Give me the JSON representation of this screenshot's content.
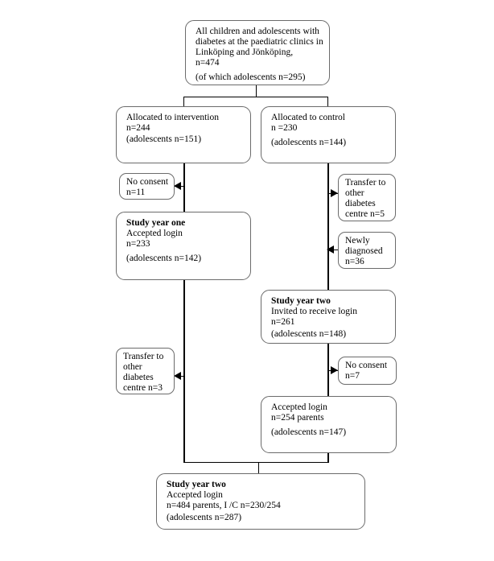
{
  "diagram": {
    "type": "study-flow-chart",
    "colors": {
      "background": "#ffffff",
      "box_border": "#6b6b6b",
      "connector_line": "#000000",
      "text": "#000000"
    },
    "nodes": {
      "population": {
        "lines": [
          "All children and adolescents with",
          "diabetes at the paediatric clinics in",
          "Linköping and Jönköping,",
          "n=474"
        ],
        "note": "(of which adolescents n=295)"
      },
      "intervention": {
        "lines": [
          "Allocated to intervention",
          "n=244"
        ],
        "note": "(adolescents n=151)"
      },
      "control": {
        "lines": [
          "Allocated to control",
          "n =230"
        ],
        "note": "(adolescents n=144)"
      },
      "noConsentYear1": {
        "lines": [
          "No consent",
          "n=11"
        ]
      },
      "transferOut5": {
        "lines": [
          "Transfer to",
          "other",
          "diabetes",
          "centre n=5"
        ]
      },
      "studyYearOne": {
        "title": "Study year one",
        "lines": [
          "Accepted login",
          "n=233"
        ],
        "note": "(adolescents n=142)"
      },
      "newlyDiagnosed": {
        "lines": [
          "Newly",
          "diagnosed",
          "n=36"
        ]
      },
      "invitedYear2": {
        "title": "Study year two",
        "lines": [
          "Invited to receive login",
          "n=261"
        ],
        "note": "(adolescents n=148)"
      },
      "transferOut3": {
        "lines": [
          "Transfer to",
          "other",
          "diabetes",
          "centre n=3"
        ]
      },
      "noConsentYear2": {
        "lines": [
          "No consent",
          "n=7"
        ]
      },
      "acceptedControl": {
        "lines": [
          "Accepted login",
          "n=254 parents"
        ],
        "note": "(adolescents n=147)"
      },
      "finalYear2": {
        "title": "Study year two",
        "lines": [
          "Accepted login",
          "n=484 parents, I /C n=230/254"
        ],
        "note": "(adolescents n=287)"
      }
    }
  }
}
